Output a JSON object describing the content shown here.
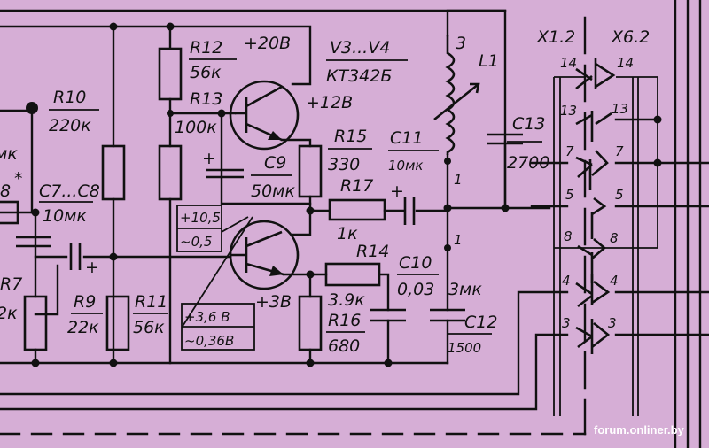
{
  "title": "Amplifier stage schematic fragment",
  "colors": {
    "background": "#d6aed6",
    "ink": "#111111",
    "watermark": "#ffffff"
  },
  "components": {
    "R10": {
      "ref": "R10",
      "value": "220к"
    },
    "R12": {
      "ref": "R12",
      "value": "56к"
    },
    "R13": {
      "ref": "R13",
      "value": "100к"
    },
    "R15": {
      "ref": "R15",
      "value": "330"
    },
    "R17": {
      "ref": "R17",
      "value": "1к"
    },
    "R14": {
      "ref": "R14",
      "value": "3.9к"
    },
    "R16": {
      "ref": "R16",
      "value": "680"
    },
    "R9": {
      "ref": "R9",
      "value": "22к"
    },
    "R11": {
      "ref": "R11",
      "value": "56к"
    },
    "R7": {
      "ref": "R7",
      "value": "2к"
    },
    "C7C8": {
      "ref": "C7...C8",
      "value": "10мк"
    },
    "C9": {
      "ref": "C9",
      "value": "50мк"
    },
    "C11": {
      "ref": "C11",
      "value": "10мк"
    },
    "C10": {
      "ref": "C10",
      "value": "0,03"
    },
    "C12": {
      "ref": "C12",
      "value": "1500"
    },
    "C13": {
      "ref": "C13",
      "value": "2700"
    },
    "L1": {
      "ref": "L1",
      "value": "3мк"
    },
    "V3V4": {
      "ref": "V3...V4",
      "value": "КТ342Б"
    }
  },
  "voltages": {
    "v20": "+20В",
    "v12": "+12В",
    "v3": "+3В",
    "box1_dc": "+10,5",
    "box1_ac": "~0,5",
    "box2_dc": "+3,6 В",
    "box2_ac": "~0,36В"
  },
  "coil_pins": {
    "p3": "3",
    "p1a": "1",
    "p1b": "1"
  },
  "left_partial": {
    "a": "8",
    "star": "*",
    "b": "мк"
  },
  "connectors": {
    "left": "X1.2",
    "right": "X6.2",
    "pins": [
      "14",
      "13",
      "7",
      "5",
      "8",
      "4",
      "3"
    ]
  },
  "watermark": "forum.onliner.by"
}
